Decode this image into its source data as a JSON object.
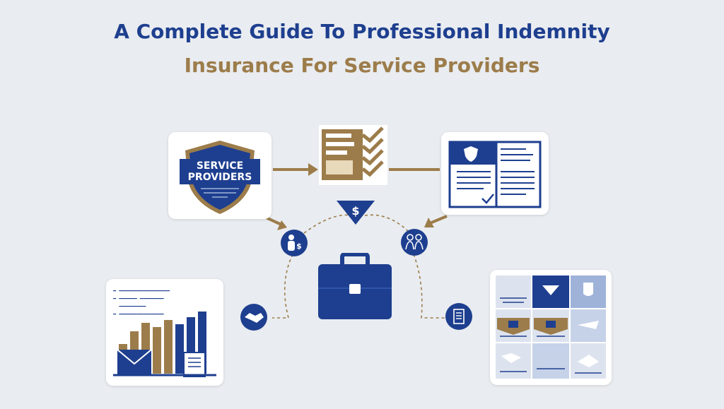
{
  "title": {
    "line1": "A Complete Guide To Professional Indemnity",
    "line2": "Insurance For Service Providers"
  },
  "shield": {
    "label_line1": "SERVICE",
    "label_line2": "PROVIDERS"
  },
  "connector_icons": {
    "top_center": "dollar-triangle-icon",
    "left_upper": "person-dollar-icon",
    "right_upper": "people-icon",
    "left_lower": "handshake-icon",
    "right_lower": "document-icon",
    "center": "briefcase-icon"
  },
  "colors": {
    "navy": "#1e3f8f",
    "gold": "#9c7c4a",
    "background": "#e9ecf0"
  }
}
